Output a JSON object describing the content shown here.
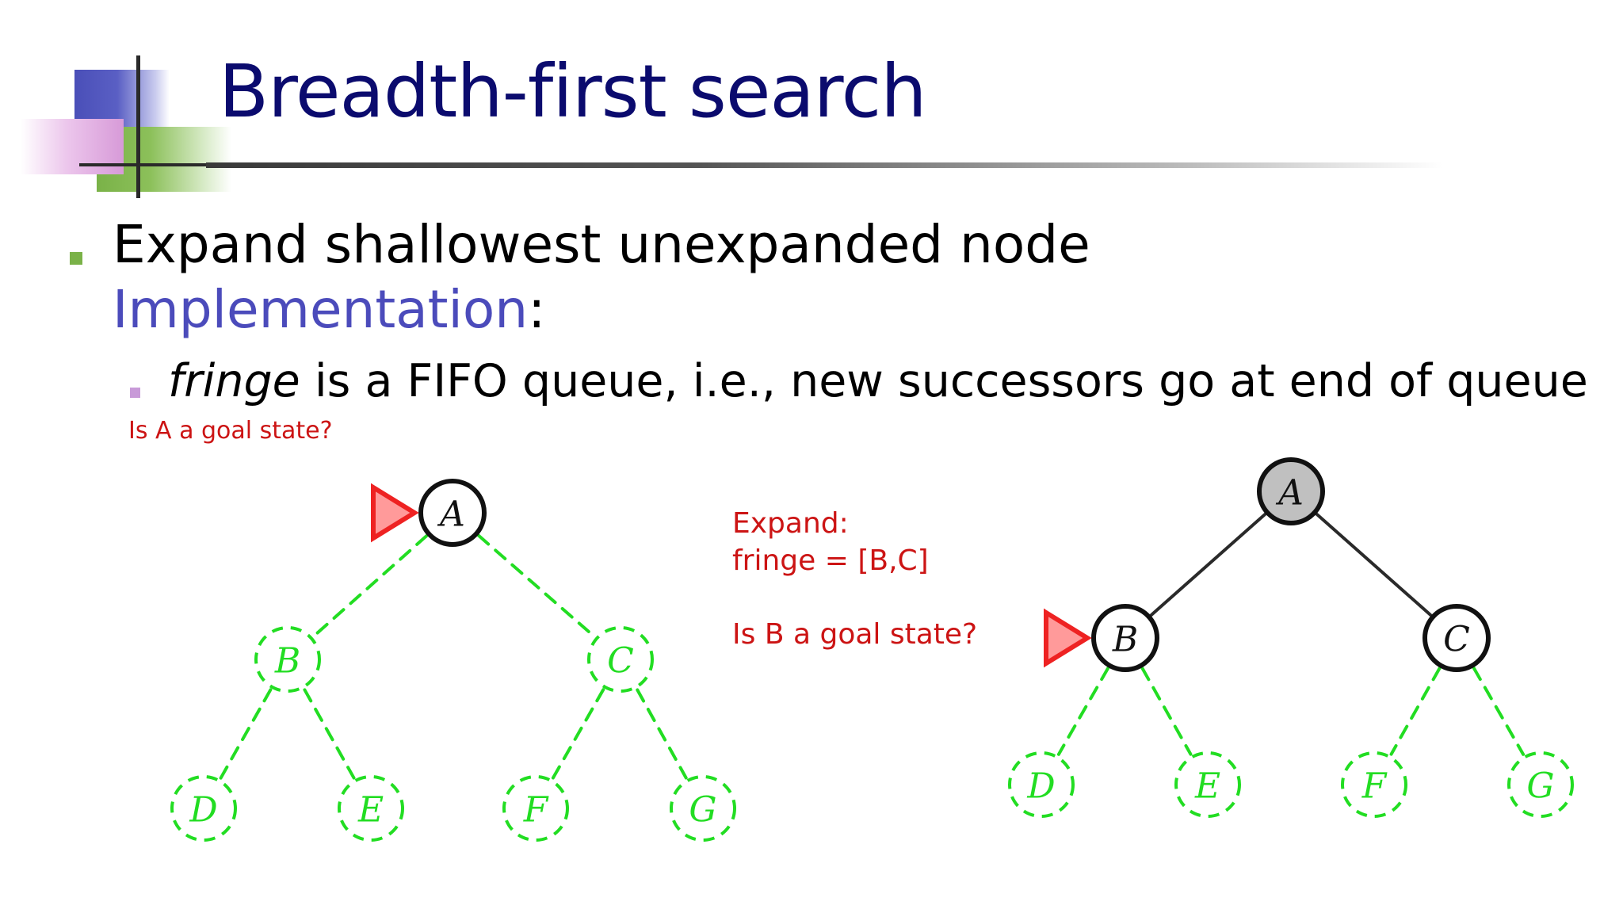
{
  "slide": {
    "title": "Breadth-first search",
    "bullet1": "Expand shallowest unexpanded node",
    "bullet2_label": "Implementation",
    "bullet2_colon": ":",
    "sub_fringe": "fringe",
    "sub_rest": " is a FIFO queue, i.e., new successors go at end of queue"
  },
  "annotations": {
    "left": "Is A a goal state?",
    "expand": "Expand:",
    "fringe": "fringe = [B,C]",
    "right": "Is B a goal state?"
  },
  "colors": {
    "title": "#0b0b6e",
    "implementation": "#4b4bbb",
    "annotation": "#cc1414",
    "frontier": "#22dd22",
    "expanded_fill": "#c0c0c0",
    "pointer": "#ee2222"
  },
  "trees": [
    {
      "nodes": [
        {
          "label": "A",
          "state": "current"
        },
        {
          "label": "B",
          "state": "frontier"
        },
        {
          "label": "C",
          "state": "frontier"
        },
        {
          "label": "D",
          "state": "frontier"
        },
        {
          "label": "E",
          "state": "frontier"
        },
        {
          "label": "F",
          "state": "frontier"
        },
        {
          "label": "G",
          "state": "frontier"
        }
      ],
      "pointer": "A"
    },
    {
      "nodes": [
        {
          "label": "A",
          "state": "expanded"
        },
        {
          "label": "B",
          "state": "current"
        },
        {
          "label": "C",
          "state": "current"
        },
        {
          "label": "D",
          "state": "frontier"
        },
        {
          "label": "E",
          "state": "frontier"
        },
        {
          "label": "F",
          "state": "frontier"
        },
        {
          "label": "G",
          "state": "frontier"
        }
      ],
      "pointer": "B"
    }
  ]
}
